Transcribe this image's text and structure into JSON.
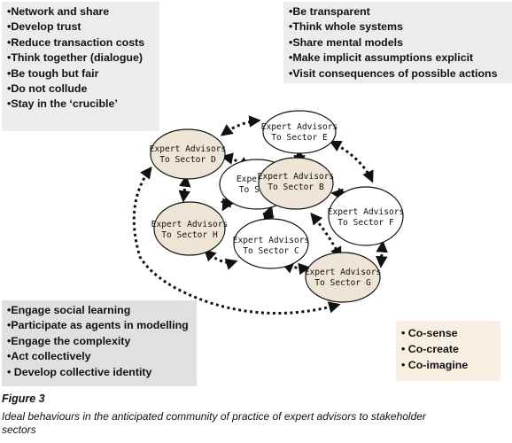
{
  "top_left_box": {
    "items": [
      "•Network and share",
      "•Develop trust",
      "•Reduce transaction  costs",
      "•Think together (dialogue)",
      "•Be tough but fair",
      "•Do not collude",
      "•Stay in the ‘crucible’"
    ]
  },
  "top_right_box": {
    "items": [
      "•Be transparent",
      "•Think whole systems",
      "•Share mental models",
      "•Make implicit assumptions explicit",
      "•Visit consequences of possible actions"
    ]
  },
  "bottom_left_box": {
    "items": [
      "•Engage social learning",
      "•Participate as agents in modelling",
      "•Engage the complexity",
      "•Act collectively",
      "• Develop collective identity"
    ]
  },
  "bottom_right_box": {
    "items": [
      "• Co-sense",
      "• Co-create",
      "• Co-imagine"
    ]
  },
  "nodes": {
    "A": {
      "line1": "Expert A",
      "line2": "To Sect",
      "fill": "#ffffff"
    },
    "B": {
      "line1": "Expert Advisors",
      "line2": "To Sector B",
      "fill": "#eee5d6"
    },
    "C": {
      "line1": "Expert Advisors",
      "line2": "To Sector C",
      "fill": "#ffffff"
    },
    "D": {
      "line1": "Expert Advisors",
      "line2": "To Sector D",
      "fill": "#eee5d6"
    },
    "E": {
      "line1": "Expert Advisors",
      "line2": "To Sector E",
      "fill": "#ffffff"
    },
    "F": {
      "line1": "Expert Advisors",
      "line2": "To Sector F",
      "fill": "#ffffff"
    },
    "G": {
      "line1": "Expert Advisors",
      "line2": "To Sector G",
      "fill": "#eee5d6"
    },
    "H": {
      "line1": "Expert Advisors",
      "line2": "To Sector H",
      "fill": "#eee5d6"
    }
  },
  "caption": {
    "title": "Figure 3",
    "text": "Ideal behaviours in the anticipated community of practice of expert advisors to stakeholder sectors"
  }
}
